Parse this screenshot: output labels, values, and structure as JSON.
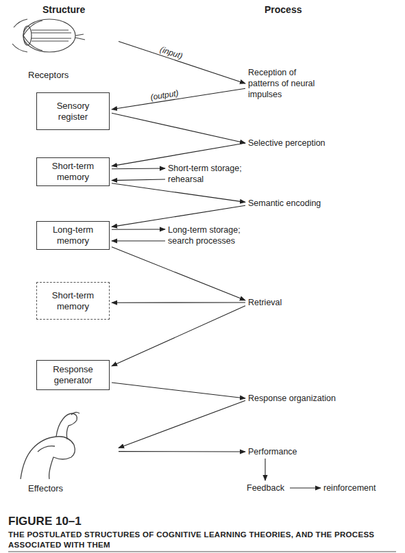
{
  "diagram": {
    "caption": "THE POSTULATED STRUCTURES OF COGNITIVE LEARNING THEORIES, AND THE PROCESS ASSOCIATED WITH THEM",
    "nodes": [
      {
        "text": [
          "Receptors"
        ]
      },
      {
        "text": [
          "Reception of patterns of neural impulses"
        ]
      },
      {
        "text": [
          "Sensory register"
        ]
      },
      {
        "text": [
          "Selective perception"
        ]
      },
      {
        "text": [
          "Short-term memory"
        ]
      },
      {
        "text": [
          "Short-term storage; rehearsal"
        ]
      },
      {
        "text": [
          "Semantic encoding"
        ]
      },
      {
        "text": [
          "Long-term memory"
        ]
      },
      {
        "text": [
          "Long-term storage; search processes"
        ]
      },
      {
        "text": [
          "Short-term memory"
        ]
      },
      {
        "text": [
          "Retrieval"
        ]
      },
      {
        "text": [
          "Response generator"
        ]
      },
      {
        "text": [
          "Response organization"
        ]
      },
      {
        "text": [
          "Effectors"
        ]
      },
      {
        "text": [
          "Performance"
        ]
      },
      {
        "text": [
          "Feedback"
        ]
      },
      {
        "text": [
          "reinforcement"
        ]
      }
    ],
    "edges": [
      {
        "from": 0,
        "to": 1,
        "label": "(input)",
        "arrow": "to"
      },
      {
        "from": 1,
        "to": 2,
        "label": "(output)",
        "arrow": "to"
      },
      {
        "from": 2,
        "to": 3,
        "arrow": "to"
      },
      {
        "from": 3,
        "to": 4,
        "arrow": "to"
      },
      {
        "from": 4,
        "to": 5,
        "arrow": "to"
      },
      {
        "from": 5,
        "to": 4,
        "arrow": "to"
      },
      {
        "from": 4,
        "to": 6,
        "arrow": "to"
      },
      {
        "from": 6,
        "to": 7,
        "arrow": "to"
      },
      {
        "from": 7,
        "to": 8,
        "arrow": "to"
      },
      {
        "from": 8,
        "to": 7,
        "arrow": "to"
      },
      {
        "from": 7,
        "to": 10,
        "arrow": "to"
      },
      {
        "from": 10,
        "to": 9,
        "arrow": "to"
      },
      {
        "from": 10,
        "to": 11,
        "arrow": "to"
      },
      {
        "from": 11,
        "to": 12,
        "arrow": "to"
      },
      {
        "from": 12,
        "to": 13,
        "arrow": "to"
      },
      {
        "from": 13,
        "to": 14,
        "arrow": "to"
      },
      {
        "from": 14,
        "to": 15,
        "arrow": "to"
      },
      {
        "from": 15,
        "to": 16,
        "arrow": "to"
      }
    ],
    "labels": [
      "Structure",
      "Process",
      "FIGURE 10–1"
    ]
  }
}
